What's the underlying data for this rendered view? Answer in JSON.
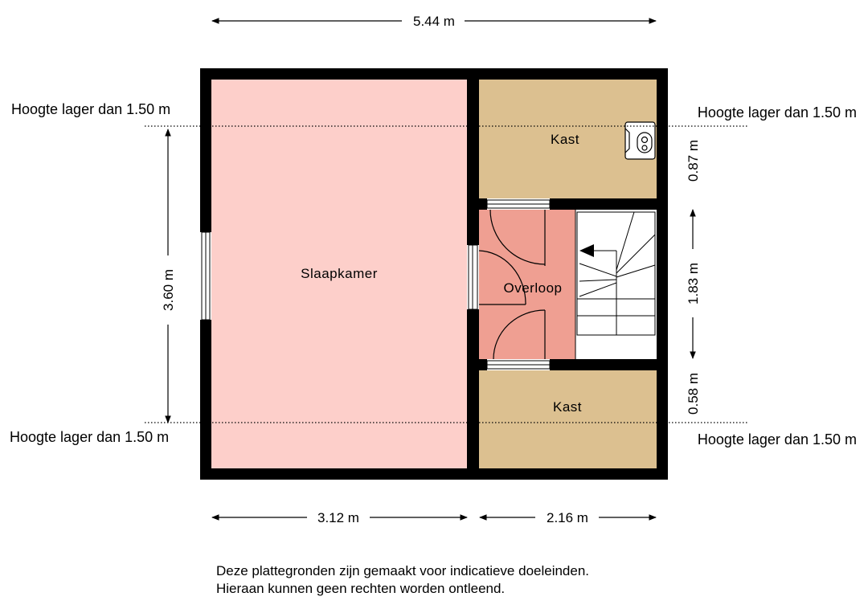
{
  "colors": {
    "bedroom": "#fdcfca",
    "landing": "#ef9f92",
    "closet": "#dcc090",
    "wall": "#000000"
  },
  "dimensions": {
    "total_width": "5.44 m",
    "left_width": "3.12 m",
    "right_width": "2.16 m",
    "left_height": "3.60 m",
    "right_top": "0.87 m",
    "right_mid": "1.83 m",
    "right_bottom": "0.58 m"
  },
  "rooms": {
    "bedroom": "Slaapkamer",
    "landing": "Overloop",
    "closet_top": "Kast",
    "closet_bottom": "Kast"
  },
  "height_notes": {
    "top_left": "Hoogte lager dan 1.50 m",
    "top_right": "Hoogte lager dan 1.50 m",
    "bottom_left": "Hoogte lager dan 1.50 m",
    "bottom_right": "Hoogte lager dan 1.50 m"
  },
  "icons": {
    "stair": "stair-arrow-icon",
    "boiler": "boiler-icon"
  },
  "disclaimer": {
    "line1": "Deze plattegronden zijn gemaakt voor indicatieve doeleinden.",
    "line2": "Hieraan kunnen geen rechten worden ontleend."
  }
}
